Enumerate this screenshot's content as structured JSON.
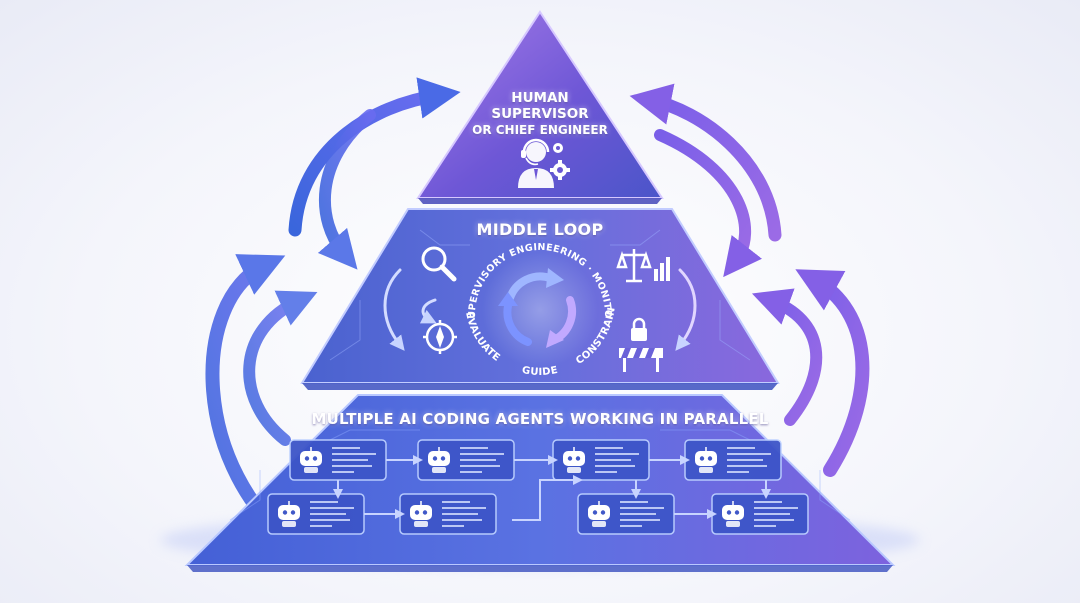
{
  "tiers": {
    "top": {
      "lines": [
        "HUMAN",
        "SUPERVISOR",
        "OR CHIEF ENGINEER"
      ],
      "icon": "headset-supervisor-icon"
    },
    "middle": {
      "title": "MIDDLE LOOP",
      "ring_top": "SUPERVISORY ENGINEERING · MONITOR",
      "ring_bottom": [
        "EVALUATE",
        "GUIDE",
        "CONSTRAIN"
      ],
      "icons": [
        "magnifier-icon",
        "compass-icon",
        "scales-icon",
        "lock-barrier-icon",
        "cycle-arrows-icon"
      ]
    },
    "bottom": {
      "title": "MULTIPLE AI CODING AGENTS WORKING IN PARALLEL",
      "agent_count": 8,
      "icon": "robot-icon"
    }
  },
  "colors": {
    "top_tier": "#7d5ad9",
    "middle_tier": "#5a62d6",
    "bottom_tier": "#4f6be0",
    "arrow_blue": "#3f6fe0",
    "arrow_purple": "#8a5ae0",
    "text": "#ffffff"
  }
}
